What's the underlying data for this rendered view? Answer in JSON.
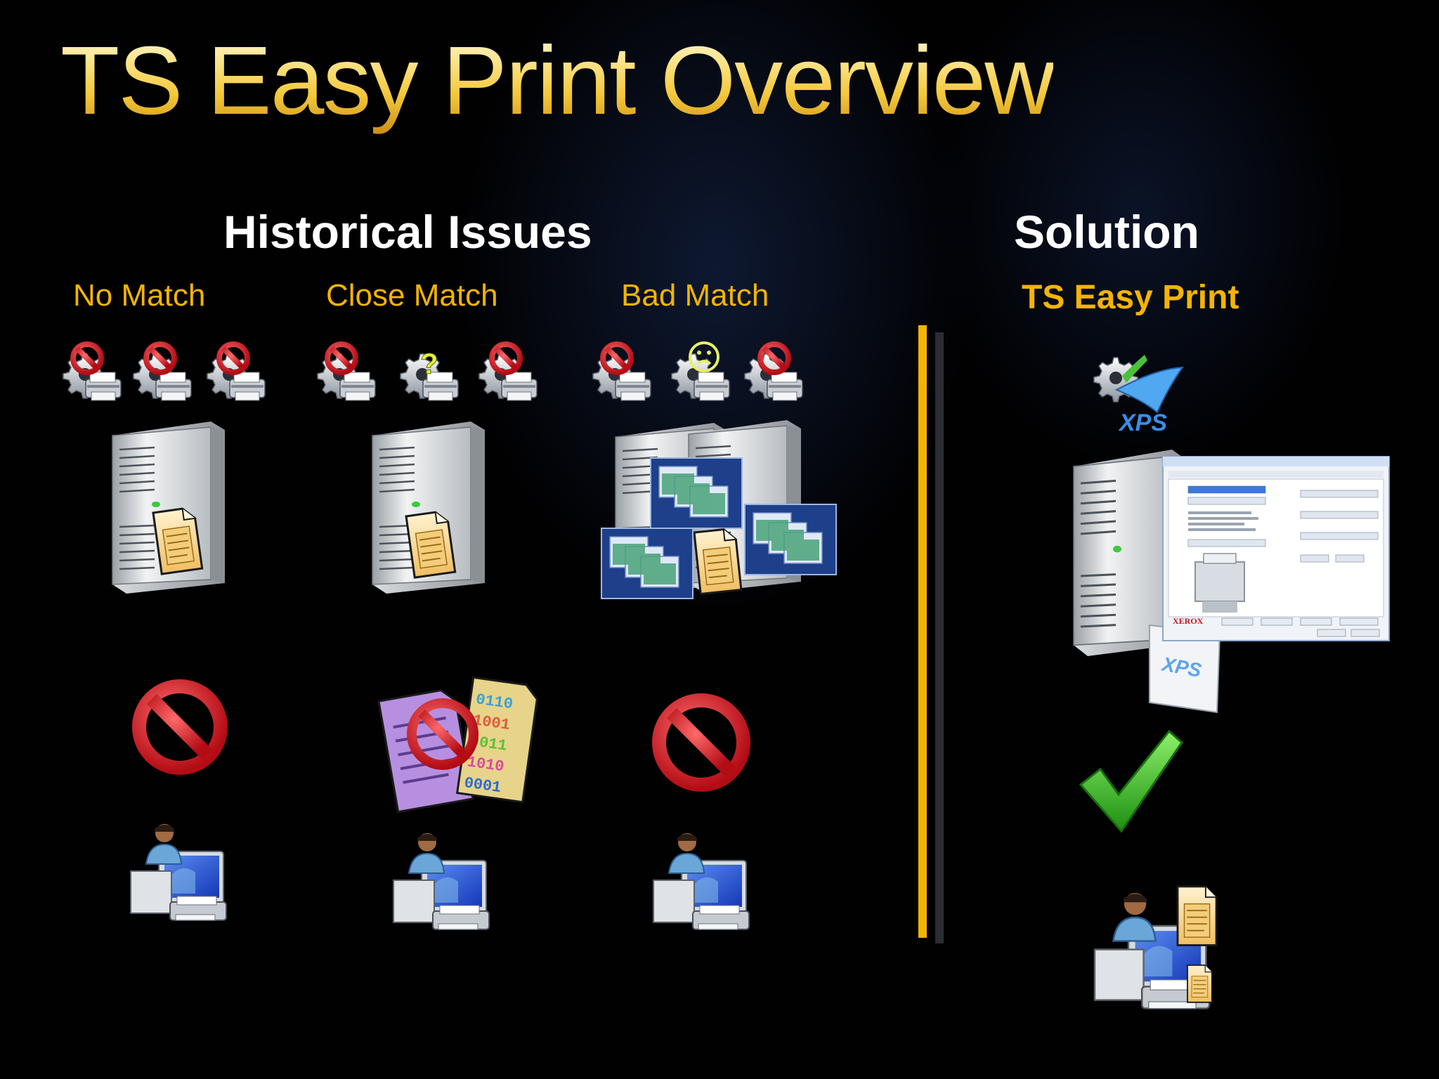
{
  "slide": {
    "title": "TS Easy Print Overview",
    "left_heading": "Historical Issues",
    "right_heading": "Solution",
    "columns": [
      {
        "label": "No Match",
        "result": "blocked"
      },
      {
        "label": "Close Match",
        "result": "garbled"
      },
      {
        "label": "Bad Match",
        "result": "blocked"
      }
    ],
    "solution_label": "TS Easy Print",
    "xps_label": "XPS",
    "xps_doc_label": "XPS",
    "dialog_brand": "XEROX"
  },
  "colors": {
    "title_gold": "#f3c83a",
    "label_amber": "#f4b400",
    "divider_gold": "#f4b400",
    "prohibit_red": "#c8141e",
    "check_green": "#3dbb24"
  },
  "icons": [
    "printer-driver-icon",
    "prohibit-icon",
    "question-icon",
    "frown-icon",
    "server-icon",
    "document-icon",
    "user-computer-icon",
    "check-icon",
    "xps-icon",
    "printer-properties-dialog"
  ]
}
